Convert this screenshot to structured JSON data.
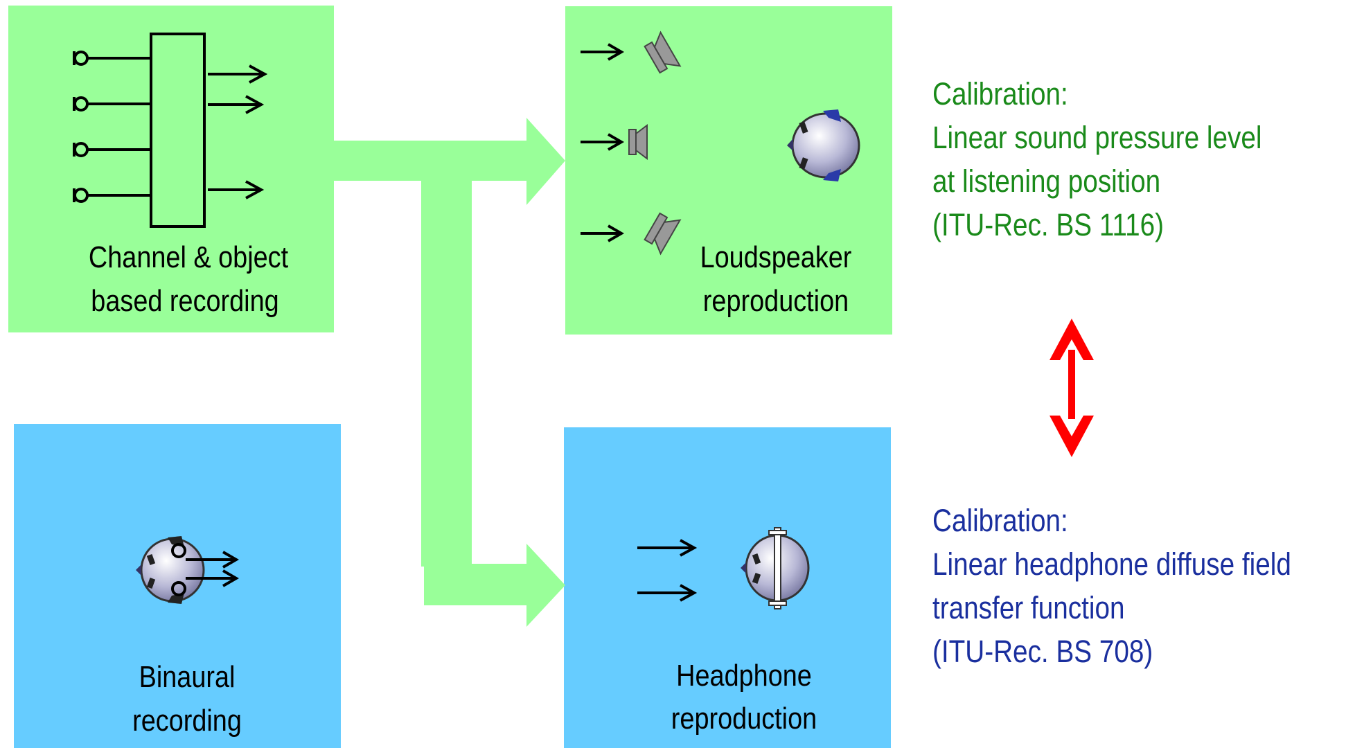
{
  "colors": {
    "green_box": "#99ff99",
    "blue_box": "#66ccff",
    "flow_arrow": "#99ff99",
    "calibration_green_text": "#1a8a1a",
    "calibration_blue_text": "#1a2f9e",
    "double_arrow": "#ff0000"
  },
  "boxes": {
    "channel_recording": {
      "line1": "Channel & object",
      "line2": "based  recording"
    },
    "loudspeaker": {
      "line1": "Loudspeaker",
      "line2": "reproduction"
    },
    "binaural": {
      "line1": "Binaural",
      "line2": "recording"
    },
    "headphone": {
      "line1": "Headphone",
      "line2": "reproduction"
    }
  },
  "calibration_top": {
    "line1": "Calibration:",
    "line2": "Linear sound pressure level",
    "line3": "at listening position",
    "line4": "(ITU-Rec. BS 1116)"
  },
  "calibration_bottom": {
    "line1": "Calibration:",
    "line2": "Linear headphone diffuse field",
    "line3": "transfer function",
    "line4": "(ITU-Rec. BS 708)"
  },
  "icons": {
    "microphone": "microphone-icon",
    "loudspeaker": "loudspeaker-icon",
    "head": "listener-head-icon",
    "headphone": "headphone-icon",
    "double_arrow": "double-arrow-icon"
  }
}
